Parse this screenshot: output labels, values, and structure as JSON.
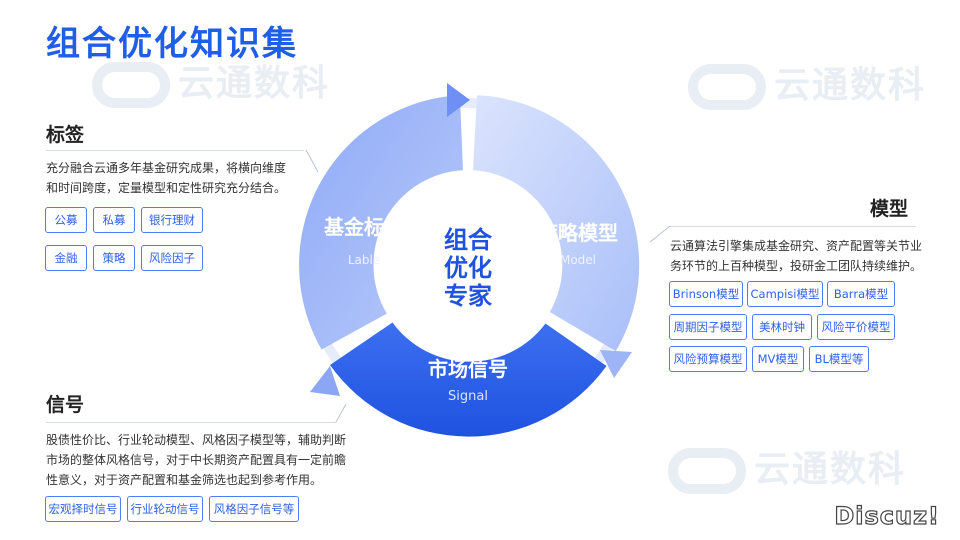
{
  "title": "组合优化知识集",
  "watermark": "云通数科",
  "sections": {
    "tags": {
      "heading": "标签",
      "description_lines": [
        "充分融合云通多年基金研究成果，将横向维度",
        "和时间跨度，定量模型和定性研究充分结合。"
      ],
      "items": [
        "公募",
        "私募",
        "银行理财",
        "金融",
        "策略",
        "风险因子"
      ]
    },
    "model": {
      "heading": "模型",
      "description_lines": [
        "云通算法引擎集成基金研究、资产配置等关节业",
        "务环节的上百种模型，投研金工团队持续维护。"
      ],
      "items": [
        "Brinson模型",
        "Campisi模型",
        "Barra模型",
        "周期因子模型",
        "美林时钟",
        "风险平价模型",
        "风险预算模型",
        "MV模型",
        "BL模型等"
      ]
    },
    "signal": {
      "heading": "信号",
      "description_lines": [
        "股债性价比、行业轮动模型、风格因子模型等，辅助判断",
        "市场的整体风格信号，对于中长期资产配置具有一定前瞻",
        "性意义，对于资产配置和基金筛选也起到参考作用。"
      ],
      "items": [
        "宏观择时信号",
        "行业轮动信号",
        "风格因子信号等"
      ]
    }
  },
  "diagram": {
    "center_lines": [
      "组合",
      "优化",
      "专家"
    ],
    "segments": [
      {
        "label": "基金标签",
        "sublabel": "Lable",
        "color": "#a9bff9"
      },
      {
        "label": "策略模型",
        "sublabel": "Model",
        "color": "#c7d5fb"
      },
      {
        "label": "市场信号",
        "sublabel": "Signal",
        "color": "#2f62ea"
      }
    ]
  },
  "corner_badge": "Discuz!",
  "colors": {
    "accent": "#1f5ee8",
    "tag_border": "#4f7df5"
  }
}
